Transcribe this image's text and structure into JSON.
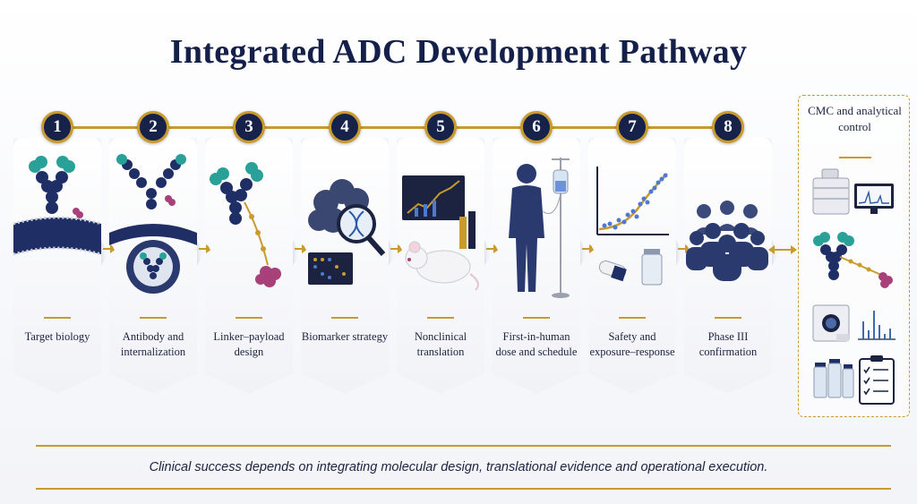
{
  "title": "Integrated ADC Development Pathway",
  "colors": {
    "navy": "#17224a",
    "gold": "#c99a2e",
    "teal": "#2aa198",
    "magenta": "#a8407a"
  },
  "steps": [
    {
      "number": "1",
      "label": "Target biology",
      "icon": "antibody-on-membrane-icon"
    },
    {
      "number": "2",
      "label": "Antibody and internalization",
      "icon": "antibody-internalization-icon"
    },
    {
      "number": "3",
      "label": "Linker–payload design",
      "icon": "linker-payload-icon"
    },
    {
      "number": "4",
      "label": "Biomarker strategy",
      "icon": "biomarker-magnifier-icon"
    },
    {
      "number": "5",
      "label": "Nonclinical translation",
      "icon": "lab-mouse-chart-icon"
    },
    {
      "number": "6",
      "label": "First-in-human dose and schedule",
      "icon": "human-iv-drip-icon"
    },
    {
      "number": "7",
      "label": "Safety and exposure–response",
      "icon": "exposure-response-plot-icon"
    },
    {
      "number": "8",
      "label": "Phase III confirmation",
      "icon": "patient-group-icon"
    }
  ],
  "cmc": {
    "title": "CMC and analytical control",
    "icons": [
      "hplc-instrument-icon",
      "adc-molecule-icon",
      "mass-spec-icon",
      "vials-checklist-icon"
    ]
  },
  "footer": "Clinical success depends on integrating molecular design, translational evidence and operational execution."
}
